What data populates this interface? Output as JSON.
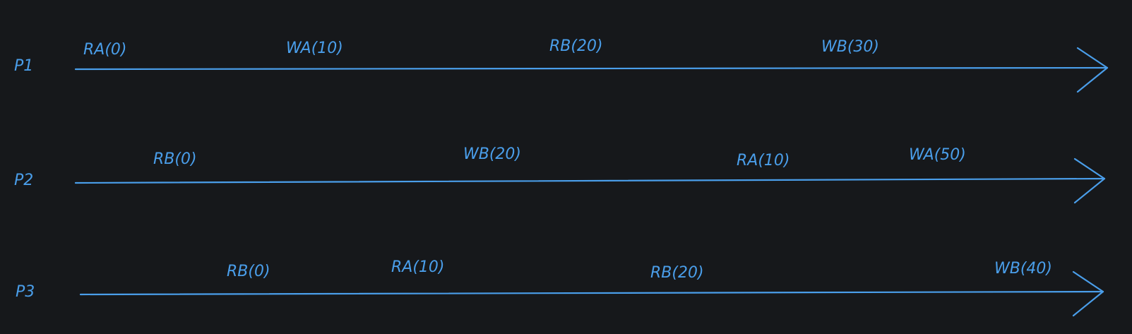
{
  "diagram": {
    "stroke_color": "#4a9eea",
    "background_color": "#16181b",
    "processes": [
      {
        "label": "P1",
        "operations": [
          "RA(0)",
          "WA(10)",
          "RB(20)",
          "WB(30)"
        ]
      },
      {
        "label": "P2",
        "operations": [
          "RB(0)",
          "WB(20)",
          "RA(10)",
          "WA(50)"
        ]
      },
      {
        "label": "P3",
        "operations": [
          "RB(0)",
          "RA(10)",
          "RB(20)",
          "WB(40)"
        ]
      }
    ]
  }
}
